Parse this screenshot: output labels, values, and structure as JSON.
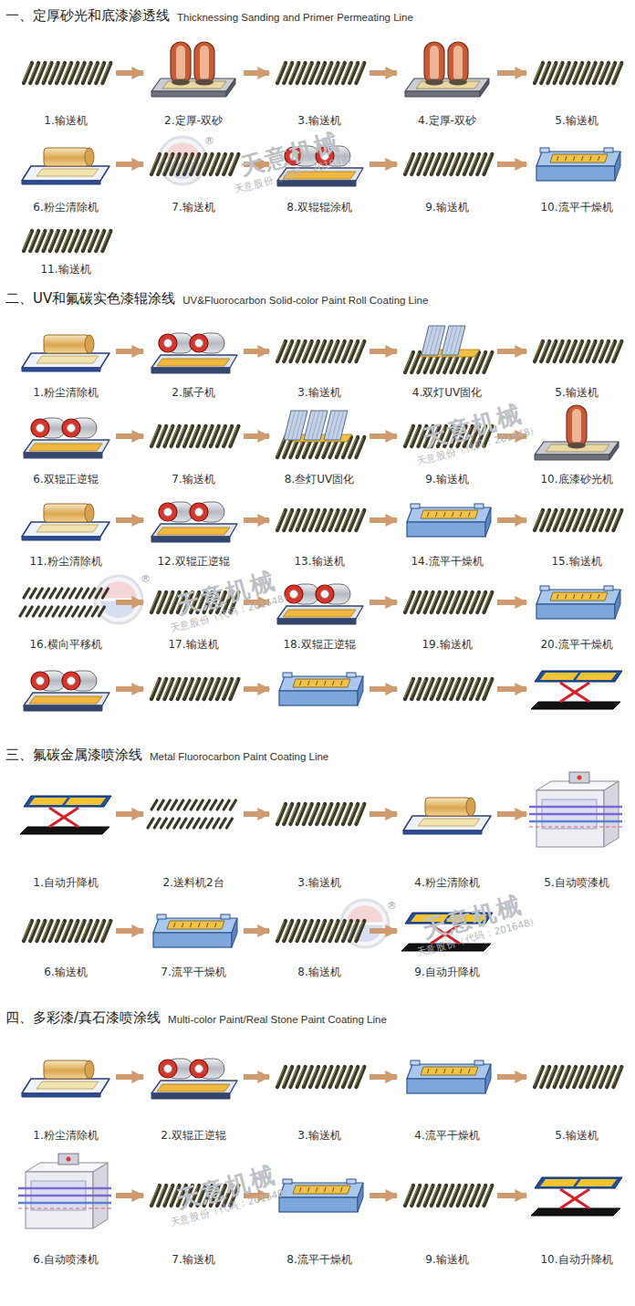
{
  "diagram": {
    "nodes": [
      {
        "text": [
          "1.输送机"
        ]
      },
      {
        "text": [
          "2.定厚-双砂"
        ]
      },
      {
        "text": [
          "3.输送机"
        ]
      },
      {
        "text": [
          "4.定厚-双砂"
        ]
      },
      {
        "text": [
          "5.输送机"
        ]
      },
      {
        "text": [
          "6.粉尘清除机"
        ]
      },
      {
        "text": [
          "7.输送机"
        ]
      },
      {
        "text": [
          "8.双辊辊涂机"
        ]
      },
      {
        "text": [
          "9.输送机"
        ]
      },
      {
        "text": [
          "10.流平干燥机"
        ]
      },
      {
        "text": [
          "11.输送机"
        ]
      },
      {
        "text": [
          "1.粉尘清除机"
        ]
      },
      {
        "text": [
          "2.腻子机"
        ]
      },
      {
        "text": [
          "3.输送机"
        ]
      },
      {
        "text": [
          "4.双灯UV固化"
        ]
      },
      {
        "text": [
          "5.输送机"
        ]
      },
      {
        "text": [
          "6.双辊正逆辊"
        ]
      },
      {
        "text": [
          "7.输送机"
        ]
      },
      {
        "text": [
          "8.叁灯UV固化"
        ]
      },
      {
        "text": [
          "9.输送机"
        ]
      },
      {
        "text": [
          "10.底漆砂光机"
        ]
      },
      {
        "text": [
          "11.粉尘清除机"
        ]
      },
      {
        "text": [
          "12.双辊正逆辊"
        ]
      },
      {
        "text": [
          "13.输送机"
        ]
      },
      {
        "text": [
          "14.流平干燥机"
        ]
      },
      {
        "text": [
          "15.输送机"
        ]
      },
      {
        "text": [
          "16.横向平移机"
        ]
      },
      {
        "text": [
          "17.输送机"
        ]
      },
      {
        "text": [
          "18.双辊正逆辊"
        ]
      },
      {
        "text": [
          "19.输送机"
        ]
      },
      {
        "text": [
          "20.流平干燥机"
        ]
      },
      {
        "text": [
          "1.自动升降机"
        ]
      },
      {
        "text": [
          "2.送料机2台"
        ]
      },
      {
        "text": [
          "3.输送机"
        ]
      },
      {
        "text": [
          "4.粉尘清除机"
        ]
      },
      {
        "text": [
          "5.自动喷漆机"
        ]
      },
      {
        "text": [
          "6.输送机"
        ]
      },
      {
        "text": [
          "7.流平干燥机"
        ]
      },
      {
        "text": [
          "8.输送机"
        ]
      },
      {
        "text": [
          "9.自动升降机"
        ]
      },
      {
        "text": [
          "1.粉尘清除机"
        ]
      },
      {
        "text": [
          "2.双辊正逆辊"
        ]
      },
      {
        "text": [
          "3.输送机"
        ]
      },
      {
        "text": [
          "4.流平干燥机"
        ]
      },
      {
        "text": [
          "5.输送机"
        ]
      },
      {
        "text": [
          "6.自动喷漆机"
        ]
      },
      {
        "text": [
          "7.输送机"
        ]
      },
      {
        "text": [
          "8.流平干燥机"
        ]
      },
      {
        "text": [
          "9.输送机"
        ]
      },
      {
        "text": [
          "10.自动升降机"
        ]
      }
    ],
    "edges": [
      {
        "from": 0,
        "to": 1,
        "arrow": "to"
      },
      {
        "from": 1,
        "to": 2,
        "arrow": "to"
      },
      {
        "from": 2,
        "to": 3,
        "arrow": "to"
      },
      {
        "from": 3,
        "to": 4,
        "arrow": "to"
      },
      {
        "from": 5,
        "to": 6,
        "arrow": "to"
      },
      {
        "from": 6,
        "to": 7,
        "arrow": "to"
      },
      {
        "from": 7,
        "to": 8,
        "arrow": "to"
      },
      {
        "from": 8,
        "to": 9,
        "arrow": "to"
      },
      {
        "from": 11,
        "to": 12,
        "arrow": "to"
      },
      {
        "from": 12,
        "to": 13,
        "arrow": "to"
      },
      {
        "from": 13,
        "to": 14,
        "arrow": "to"
      },
      {
        "from": 14,
        "to": 15,
        "arrow": "to"
      },
      {
        "from": 16,
        "to": 17,
        "arrow": "to"
      },
      {
        "from": 17,
        "to": 18,
        "arrow": "to"
      },
      {
        "from": 18,
        "to": 19,
        "arrow": "to"
      },
      {
        "from": 19,
        "to": 20,
        "arrow": "to"
      },
      {
        "from": 21,
        "to": 22,
        "arrow": "to"
      },
      {
        "from": 22,
        "to": 23,
        "arrow": "to"
      },
      {
        "from": 23,
        "to": 24,
        "arrow": "to"
      },
      {
        "from": 24,
        "to": 25,
        "arrow": "to"
      },
      {
        "from": 26,
        "to": 27,
        "arrow": "to"
      },
      {
        "from": 27,
        "to": 28,
        "arrow": "to"
      },
      {
        "from": 28,
        "to": 29,
        "arrow": "to"
      },
      {
        "from": 29,
        "to": 30,
        "arrow": "to"
      },
      {
        "from": 31,
        "to": 32,
        "arrow": "to"
      },
      {
        "from": 32,
        "to": 33,
        "arrow": "to"
      },
      {
        "from": 33,
        "to": 34,
        "arrow": "to"
      },
      {
        "from": 34,
        "to": 35,
        "arrow": "to"
      },
      {
        "from": 36,
        "to": 37,
        "arrow": "to"
      },
      {
        "from": 37,
        "to": 38,
        "arrow": "to"
      },
      {
        "from": 38,
        "to": 39,
        "arrow": "to"
      },
      {
        "from": 40,
        "to": 41,
        "arrow": "to"
      },
      {
        "from": 41,
        "to": 42,
        "arrow": "to"
      },
      {
        "from": 42,
        "to": 43,
        "arrow": "to"
      },
      {
        "from": 43,
        "to": 44,
        "arrow": "to"
      },
      {
        "from": 45,
        "to": 46,
        "arrow": "to"
      },
      {
        "from": 46,
        "to": 47,
        "arrow": "to"
      },
      {
        "from": 47,
        "to": 48,
        "arrow": "to"
      },
      {
        "from": 48,
        "to": 49,
        "arrow": "to"
      }
    ],
    "labels": [
      "一、定厚砂光和底漆渗透线",
      "Thicknessing Sanding and Primer Permeating Line",
      "二、UV和氟碳实色漆辊涂线",
      "UV&Fluorocarbon Solid-color Paint Roll Coating Line",
      "三、氟碳金属漆喷涂线",
      "Metal Fluorocarbon Paint Coating Line",
      "四、多彩漆/真石漆喷涂线",
      "Multi-color Paint/Real Stone Paint Coating Line",
      "天意机械",
      "天意股份（代码：201648）",
      "天意机械",
      "天意股份（代码：201648）",
      "天意机械",
      "天意股份（代码：201648）",
      "天意机械",
      "天意股份（代码：201648）",
      "天意机械",
      "天意股份（代码：201648）",
      "®",
      "®",
      "®"
    ]
  }
}
